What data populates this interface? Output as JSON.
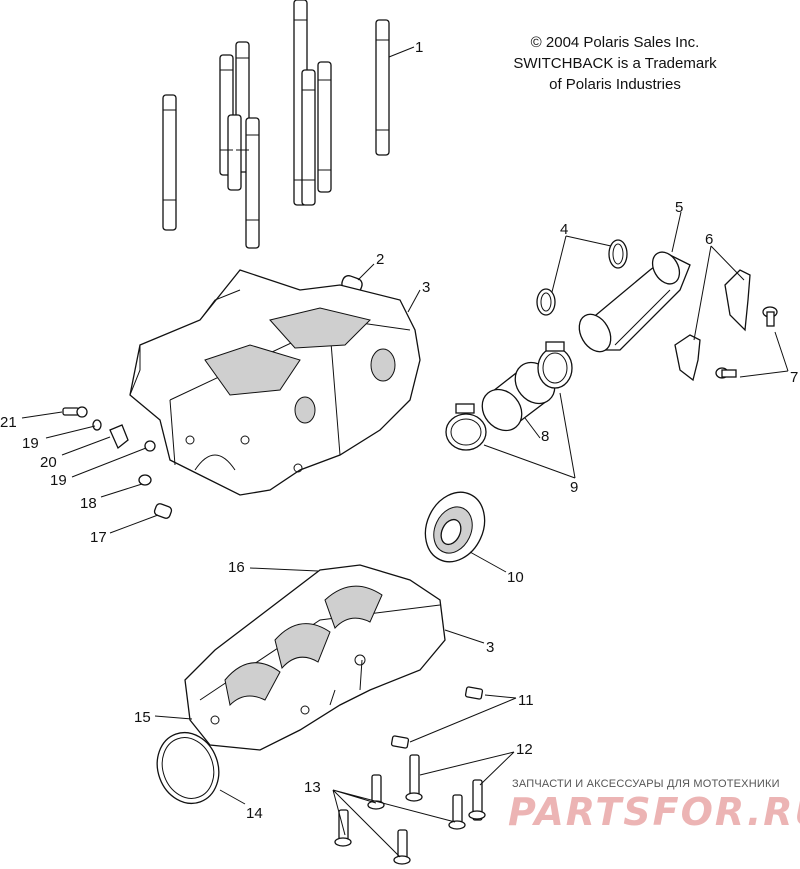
{
  "copyright": {
    "line1": "© 2004 Polaris Sales Inc.",
    "line2": "SWITCHBACK is a Trademark",
    "line3": "of Polaris Industries"
  },
  "callouts": [
    {
      "id": "c1",
      "label": "1"
    },
    {
      "id": "c2",
      "label": "2"
    },
    {
      "id": "c3a",
      "label": "3"
    },
    {
      "id": "c3b",
      "label": "3"
    },
    {
      "id": "c4",
      "label": "4"
    },
    {
      "id": "c5",
      "label": "5"
    },
    {
      "id": "c6",
      "label": "6"
    },
    {
      "id": "c7",
      "label": "7"
    },
    {
      "id": "c8",
      "label": "8"
    },
    {
      "id": "c9",
      "label": "9"
    },
    {
      "id": "c10",
      "label": "10"
    },
    {
      "id": "c11",
      "label": "11"
    },
    {
      "id": "c12",
      "label": "12"
    },
    {
      "id": "c13",
      "label": "13"
    },
    {
      "id": "c14",
      "label": "14"
    },
    {
      "id": "c15",
      "label": "15"
    },
    {
      "id": "c16",
      "label": "16"
    },
    {
      "id": "c17",
      "label": "17"
    },
    {
      "id": "c18",
      "label": "18"
    },
    {
      "id": "c19a",
      "label": "19"
    },
    {
      "id": "c19b",
      "label": "19"
    },
    {
      "id": "c20",
      "label": "20"
    },
    {
      "id": "c21",
      "label": "21"
    }
  ],
  "watermark": {
    "tagline": "ЗАПЧАСТИ И АКСЕССУАРЫ ДЛЯ МОТОТЕХНИКИ",
    "logo": "PARTSFOR.RU"
  }
}
